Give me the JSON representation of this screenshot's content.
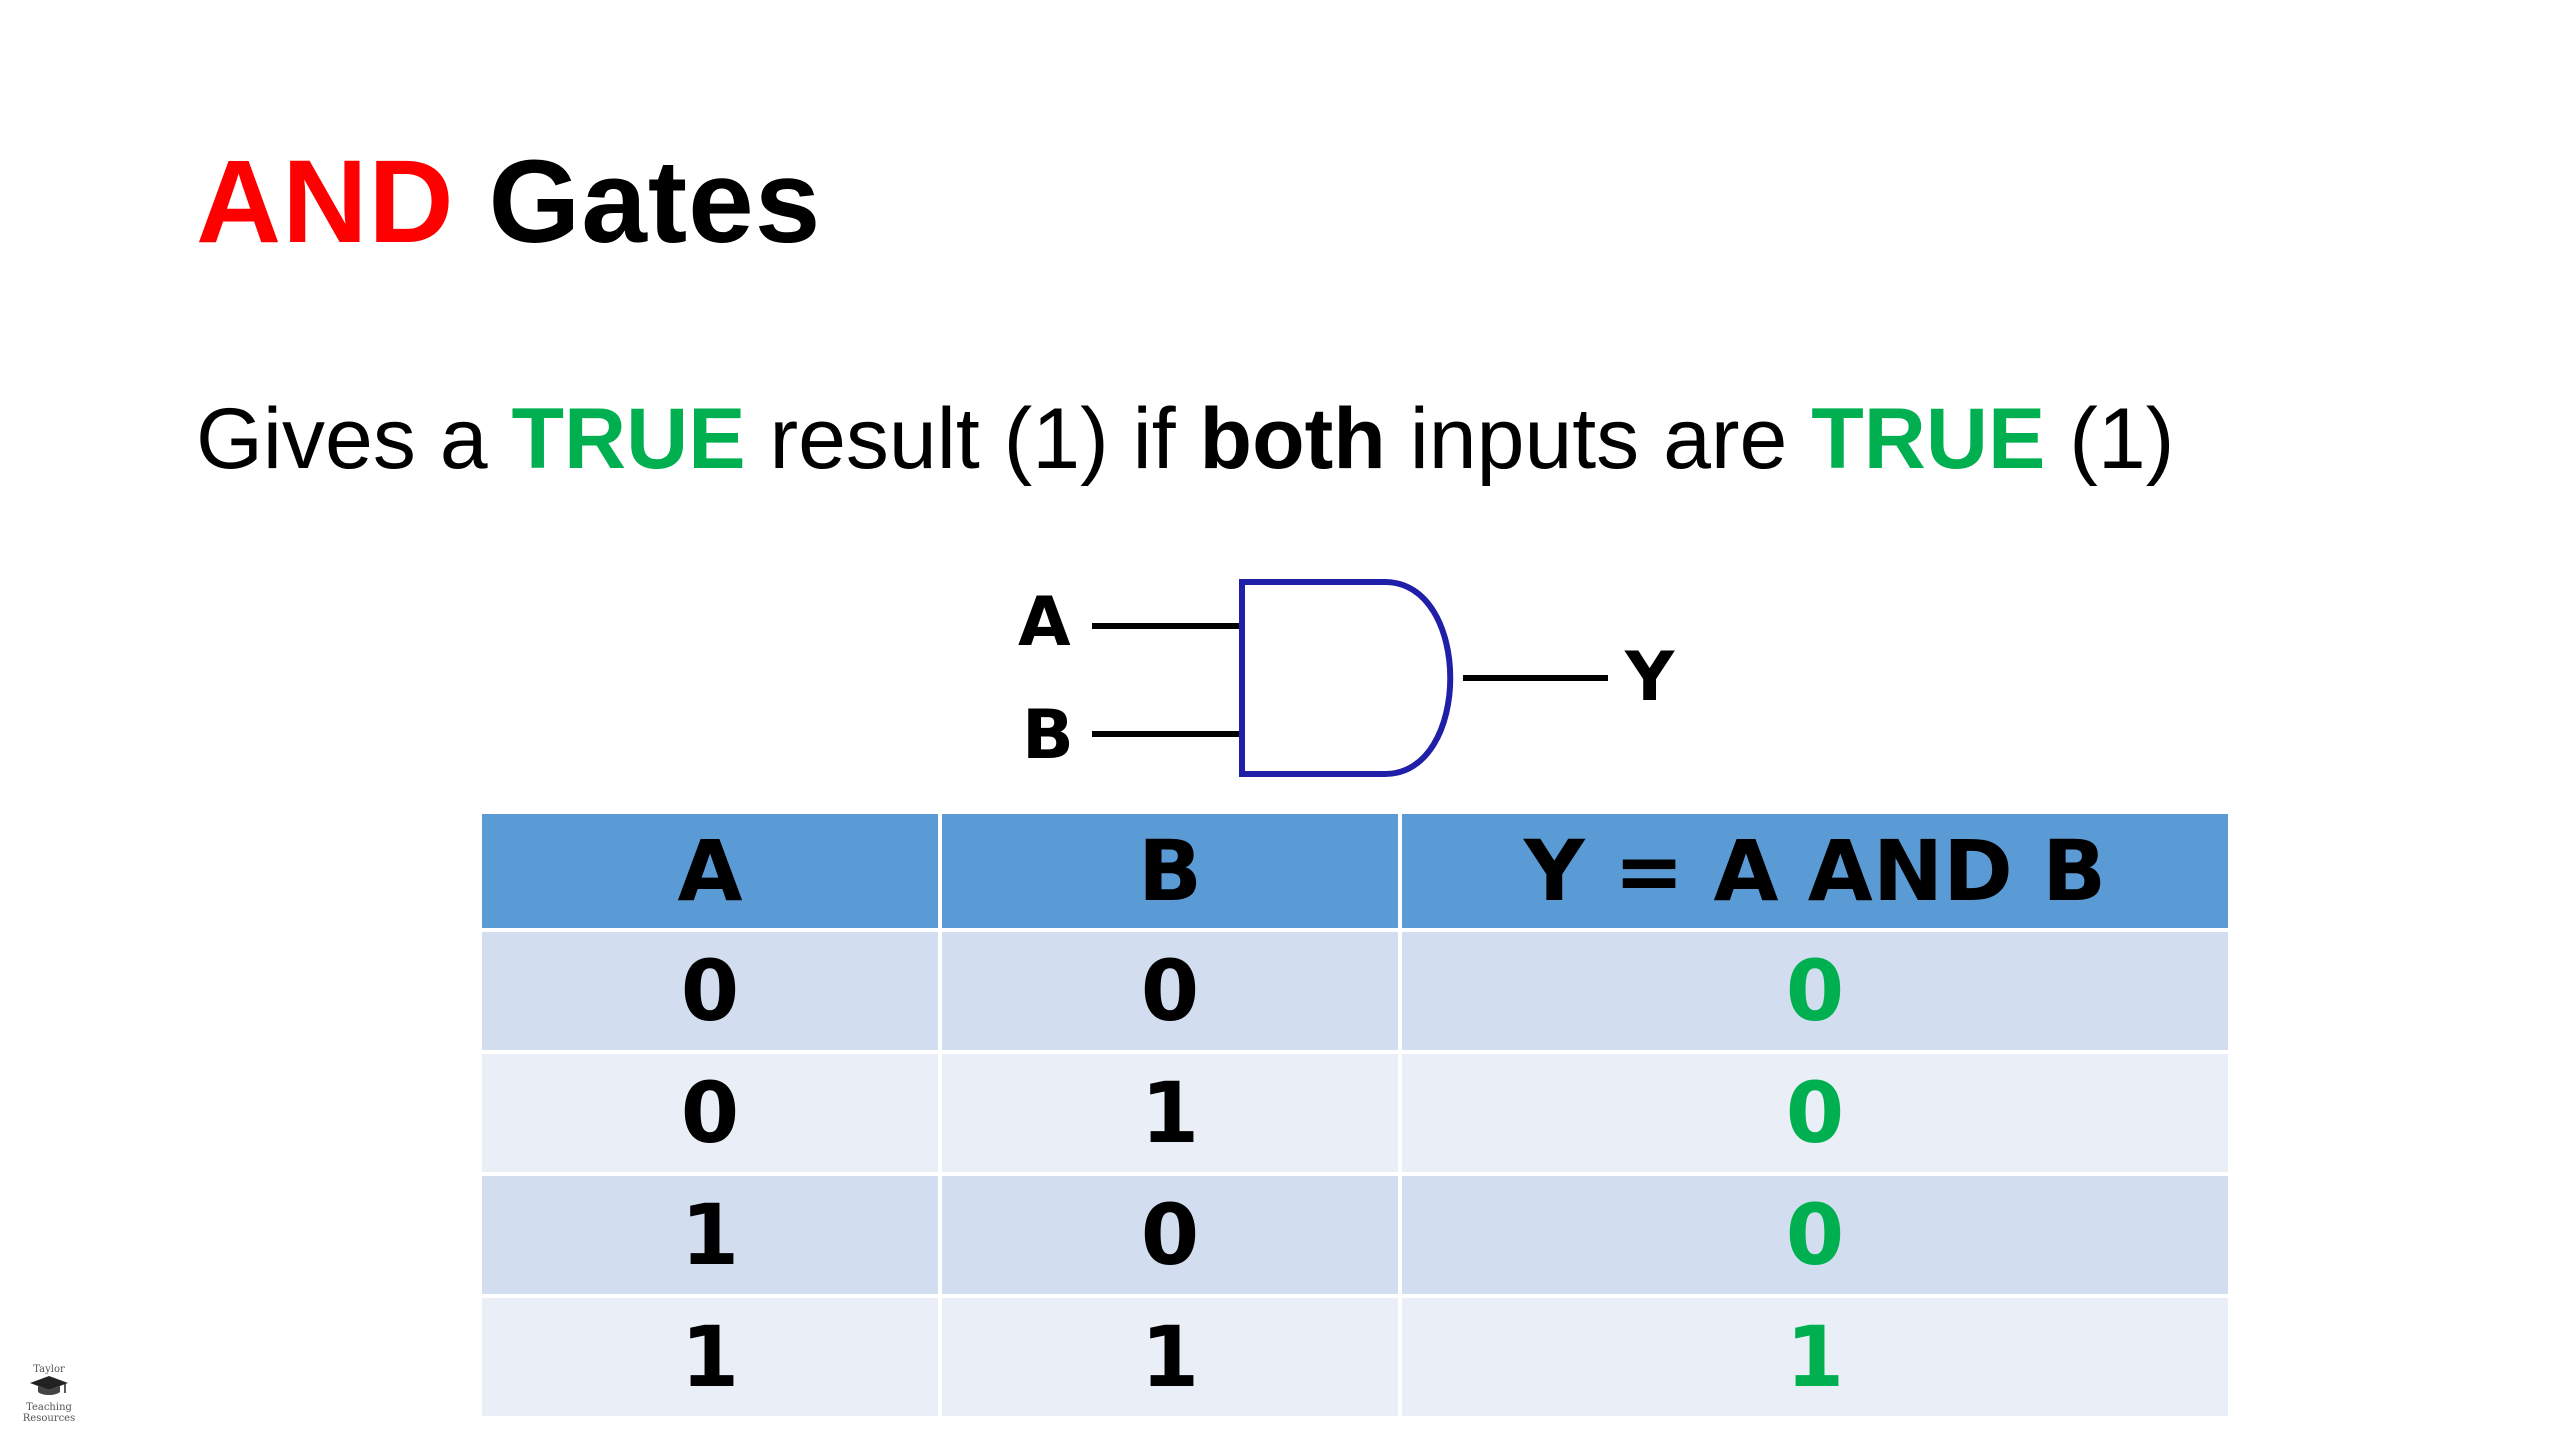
{
  "title": {
    "highlight": "AND",
    "rest": "Gates"
  },
  "subtitle": {
    "part1": "Gives a ",
    "true1": "TRUE",
    "part2": " result (1) if ",
    "both": "both",
    "part3": " inputs are ",
    "true2": "TRUE",
    "part4": " (1)"
  },
  "gate": {
    "input_a": "A",
    "input_b": "B",
    "output": "Y",
    "stroke_color": "#1f1fa8"
  },
  "truth_table": {
    "headers": [
      "A",
      "B",
      "Y = A AND B"
    ],
    "rows": [
      [
        "0",
        "0",
        "0"
      ],
      [
        "0",
        "1",
        "0"
      ],
      [
        "1",
        "0",
        "0"
      ],
      [
        "1",
        "1",
        "1"
      ]
    ]
  },
  "logo": {
    "lines": [
      "Taylor",
      "Teaching",
      "Resources"
    ],
    "icon": "graduation-cap-icon"
  },
  "colors": {
    "red": "#ff0000",
    "green": "#00b050",
    "header_blue": "#5b9bd5",
    "row_light": "#eaeff7",
    "row_dark": "#d2deef"
  }
}
